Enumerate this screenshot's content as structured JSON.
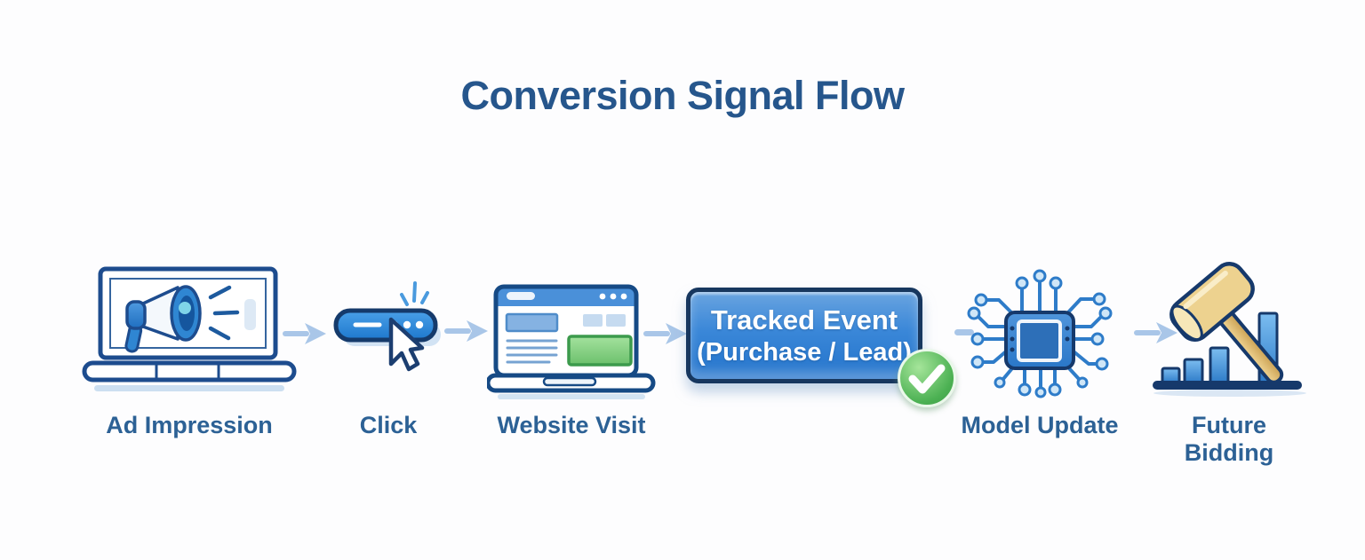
{
  "title": "Conversion Signal Flow",
  "steps": [
    {
      "id": "ad-impression",
      "label": "Ad Impression",
      "icon": "laptop-megaphone-icon"
    },
    {
      "id": "click",
      "label": "Click",
      "icon": "button-click-cursor-icon"
    },
    {
      "id": "website-visit",
      "label": "Website Visit",
      "icon": "browser-window-icon"
    },
    {
      "id": "tracked-event",
      "box_line1": "Tracked Event",
      "box_line2": "(Purchase / Lead)",
      "badge_icon": "check-badge-icon"
    },
    {
      "id": "model-update",
      "label": "Model Update",
      "icon": "processor-chip-icon"
    },
    {
      "id": "future-bidding",
      "label": "Future Bidding",
      "icon": "gavel-bar-chart-icon"
    }
  ],
  "connectors": [
    "arrow-right-icon",
    "arrow-right-icon",
    "arrow-right-icon",
    "dash-connector",
    "arrow-right-icon"
  ],
  "colors": {
    "title_text": "#26568c",
    "label_text": "#2c6195",
    "arrow": "#a9c6e8",
    "outline_navy": "#17375f",
    "accent_blue": "#2e7cc9",
    "box_fill_top": "#69a4e0",
    "box_fill_bottom": "#2373cb",
    "success_green": "#4cb153",
    "gavel_gold": "#e7c27a",
    "green_panel": "#8ed88e"
  }
}
